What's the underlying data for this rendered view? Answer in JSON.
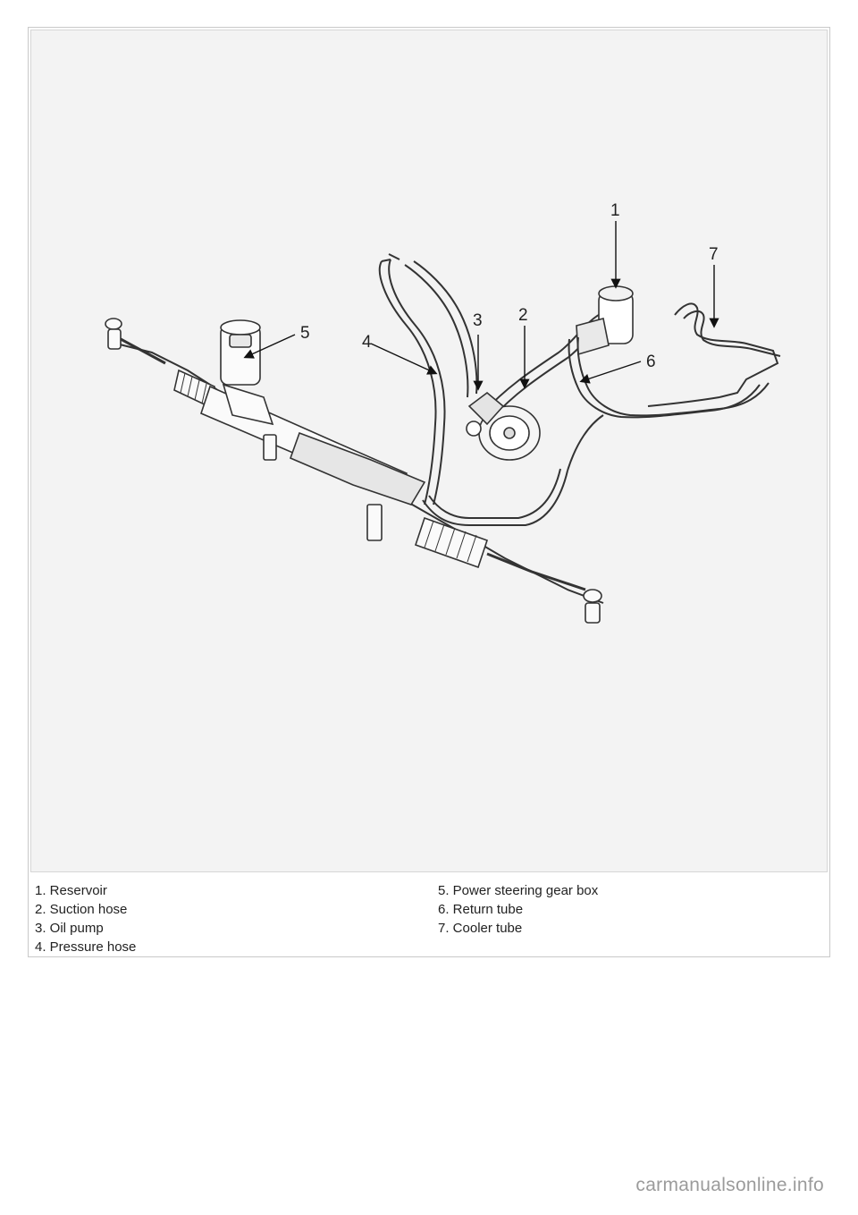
{
  "callouts": [
    "1",
    "2",
    "3",
    "4",
    "5",
    "6",
    "7"
  ],
  "legend": {
    "left": [
      "1. Reservoir",
      "2. Suction hose",
      "3. Oil pump",
      "4. Pressure hose"
    ],
    "right": [
      "5. Power steering gear box",
      "6. Return tube",
      "7. Cooler tube"
    ]
  },
  "watermark": "carmanualsonline.info"
}
